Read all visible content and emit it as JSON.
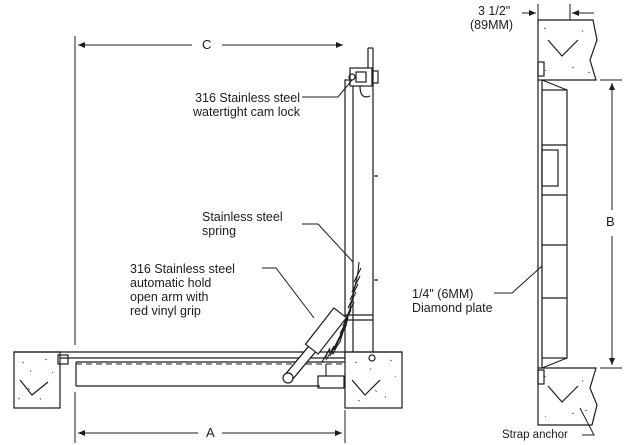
{
  "labels": {
    "cam_lock": "316 Stainless steel\nwatertight cam lock",
    "spring": "Stainless steel\nspring",
    "hold_arm": "316 Stainless steel\nautomatic hold\nopen arm with\nred vinyl grip",
    "plate": "1/4\" (6MM)\nDiamond plate",
    "strap_anchor": "Strap anchor",
    "depth_in": "3 1/2\"",
    "depth_mm": "(89MM)"
  },
  "dimensions": {
    "a": "A",
    "b": "B",
    "c": "C"
  },
  "colors": {
    "line": "#1c1c1c",
    "concrete": "#ffffff",
    "hatch": "#555555"
  }
}
